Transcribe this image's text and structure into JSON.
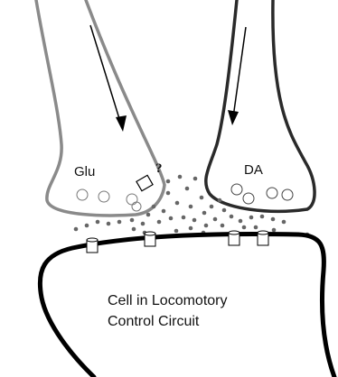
{
  "labels": {
    "glu": "Glu",
    "da": "DA",
    "question": "?",
    "cell_line1": "Cell in Locomotory",
    "cell_line2": "Control Circuit"
  },
  "colors": {
    "glu_terminal": "#8a8a8a",
    "da_terminal": "#2a2a2a",
    "cell_membrane": "#000000",
    "transmitter_dots": "#666666",
    "background": "#ffffff"
  }
}
